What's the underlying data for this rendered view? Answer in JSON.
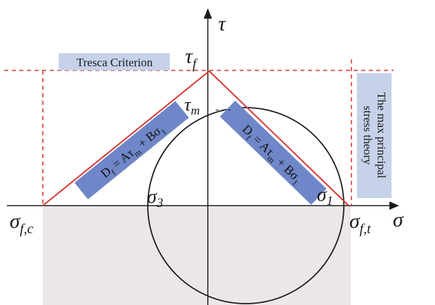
{
  "colors": {
    "criterion_line": "#d9372f",
    "circle": "#1a1a1a",
    "axis": "#1a1a1a",
    "shaded_region": "#ece7e7",
    "label_box": "#c6d2ea"
  },
  "axes": {
    "sigma_label": "σ",
    "tau_label": "τ"
  },
  "labels": {
    "tau_f": {
      "main": "τ",
      "sub": "f"
    },
    "tau_m": {
      "main": "τ",
      "sub": "m"
    },
    "sigma_fc": {
      "main": "σ",
      "sub": "f,c"
    },
    "sigma_ft": {
      "main": "σ",
      "sub": "f,t"
    },
    "sigma_3": {
      "main": "σ",
      "sub": "3"
    },
    "sigma_1": {
      "main": "σ",
      "sub": "1"
    },
    "tau_m_dashes": "- - -"
  },
  "boxes": {
    "tresca": "Tresca Criterion",
    "max_principal_line1": "The max principal",
    "max_principal_line2": "stress theory",
    "formula_left": "D_f = Aτ_m + Bσ_1",
    "formula_right": "D_f = Aτ_m + Bσ_1"
  },
  "icons": {
    "tau_axis_arrow": "arrow-up-icon",
    "sigma_axis_arrow": "arrow-right-icon"
  }
}
